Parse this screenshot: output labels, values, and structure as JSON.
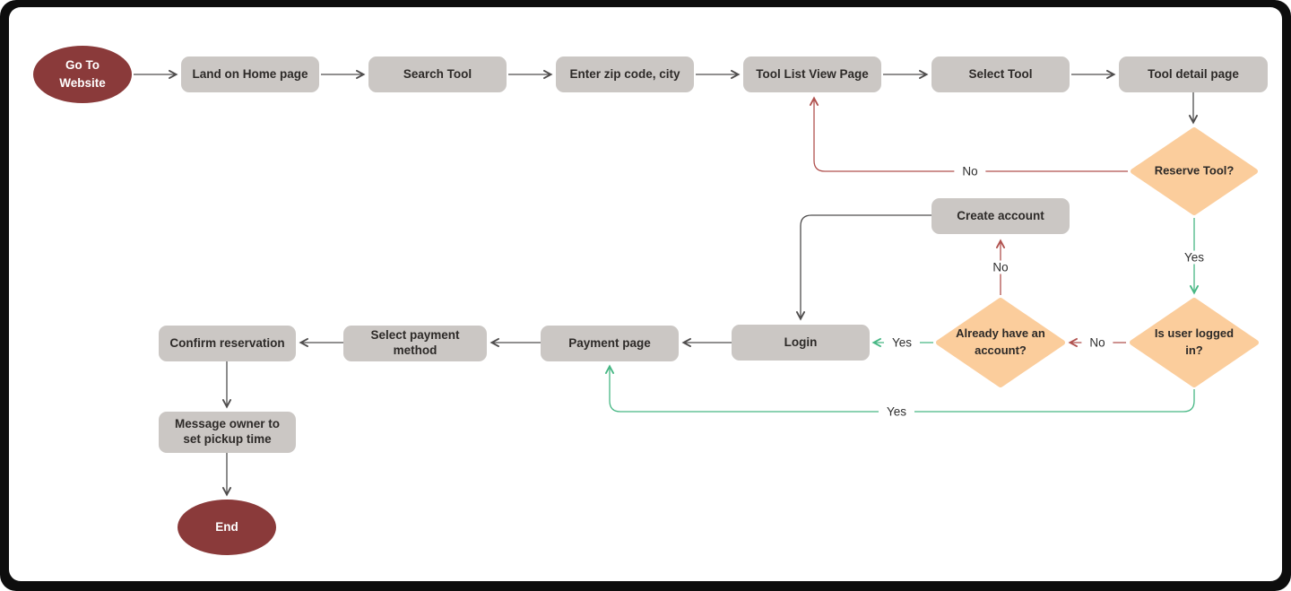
{
  "nodes": {
    "start": {
      "label": "Go To Website",
      "type": "terminal"
    },
    "land_home": {
      "label": "Land on Home page",
      "type": "process"
    },
    "search_tool": {
      "label": "Search Tool",
      "type": "process"
    },
    "enter_zip": {
      "label": "Enter zip code, city",
      "type": "process"
    },
    "tool_list": {
      "label": "Tool List View Page",
      "type": "process"
    },
    "select_tool": {
      "label": "Select Tool",
      "type": "process"
    },
    "tool_detail": {
      "label": "Tool detail page",
      "type": "process"
    },
    "reserve_tool": {
      "label": "Reserve Tool?",
      "type": "decision"
    },
    "create_account": {
      "label": "Create account",
      "type": "process"
    },
    "login": {
      "label": "Login",
      "type": "process"
    },
    "already_account": {
      "label": "Already have an account?",
      "type": "decision"
    },
    "is_logged_in": {
      "label": "Is user logged in?",
      "type": "decision"
    },
    "payment_page": {
      "label": "Payment page",
      "type": "process"
    },
    "select_payment": {
      "label": "Select payment method",
      "type": "process"
    },
    "confirm_reservation": {
      "label": "Confirm reservation",
      "type": "process"
    },
    "message_owner": {
      "label": "Message owner to set pickup time",
      "type": "process"
    },
    "end": {
      "label": "End",
      "type": "terminal"
    }
  },
  "edge_labels": {
    "reserve_no": "No",
    "reserve_yes": "Yes",
    "logged_no": "No",
    "logged_yes": "Yes",
    "account_no": "No",
    "account_yes": "Yes"
  },
  "colors": {
    "frame": "#0d0d0d",
    "canvas": "#ffffff",
    "node_fill": "#cbc7c4",
    "node_text": "#2d2a28",
    "terminal_fill": "#8a3a3a",
    "terminal_text": "#ffffff",
    "decision_fill": "#fbcd9c",
    "edge_default": "#4f4d4d",
    "edge_no": "#b0514e",
    "edge_yes": "#47b784"
  }
}
